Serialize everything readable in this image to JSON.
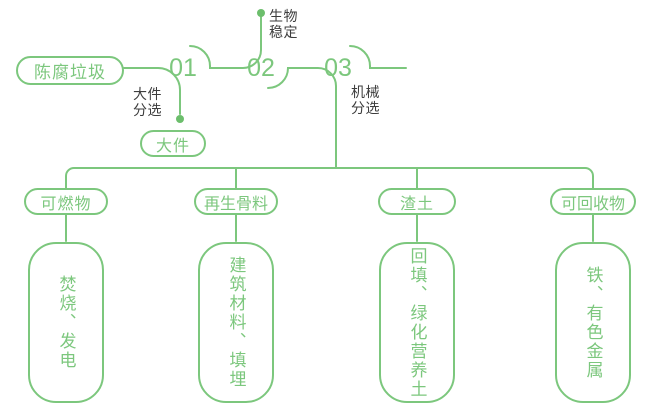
{
  "palette": {
    "green": "#7cc77d",
    "green_dark": "#6cbe6c",
    "label_gray": "#3d3d3d",
    "background": "#ffffff"
  },
  "flow": {
    "source": "陈腐垃圾",
    "steps": [
      {
        "number": "01",
        "label_line1": "大件",
        "label_line2": "分选",
        "output": "大件"
      },
      {
        "number": "02",
        "label_line1": "生物",
        "label_line2": "稳定"
      },
      {
        "number": "03",
        "label_line1": "机械",
        "label_line2": "分选"
      }
    ],
    "branches": [
      {
        "category": "可燃物",
        "destination": "焚烧、发电"
      },
      {
        "category": "再生骨料",
        "destination": "建筑材料、填埋"
      },
      {
        "category": "渣土",
        "destination": "回填、绿化营养土"
      },
      {
        "category": "可回收物",
        "destination": "铁、有色金属"
      }
    ]
  }
}
